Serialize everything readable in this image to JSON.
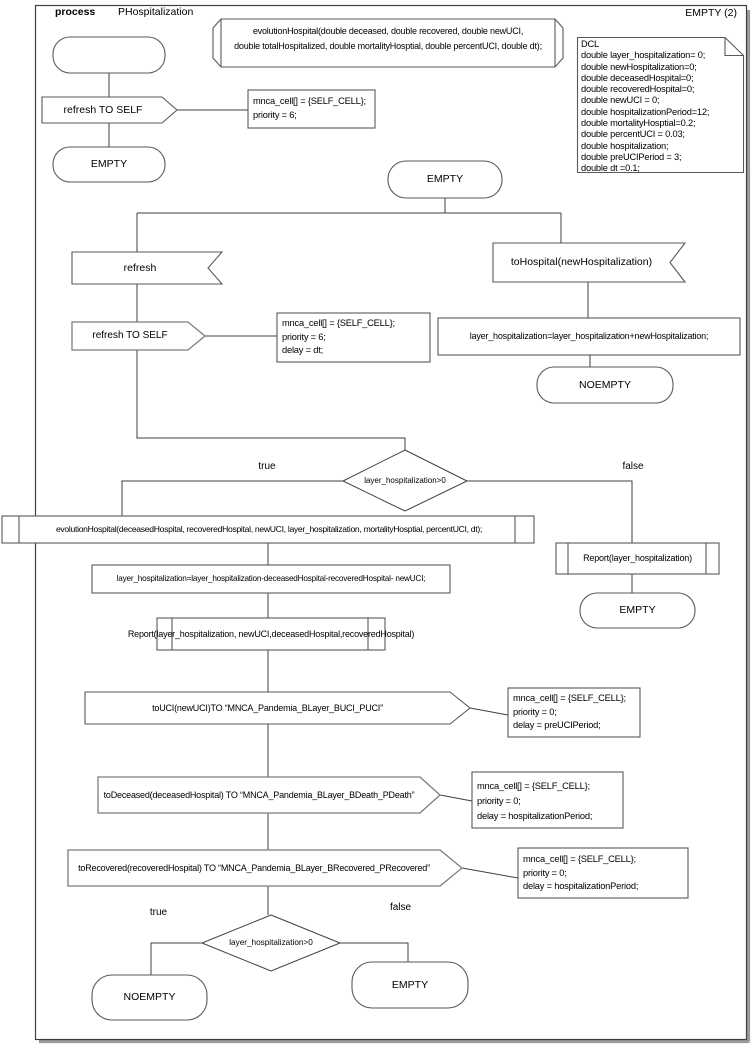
{
  "header": {
    "process_label": "process",
    "process_name": "PHospitalization",
    "page_label": "EMPTY (2)"
  },
  "declaration": {
    "line1": "evolutionHospital(double deceased, double recovered, double newUCI,",
    "line2": "double totalHospitalized, double mortalityHosptial, double percentUCI, double dt);"
  },
  "dcl": [
    "DCL",
    "double layer_hospitalization= 0;",
    "double newHospitalization=0;",
    "double deceasedHospital=0;",
    "double recoveredHospital=0;",
    "double newUCI = 0;",
    "double hospitalizationPeriod=12;",
    "double mortalityHosptial=0.2;",
    "double percentUCI = 0.03;",
    "double hospitalization;",
    "double preUCIPeriod = 3;",
    "double dt =0.1;"
  ],
  "signals": {
    "refresh_to_self_1": "refresh TO SELF",
    "refresh_in": "refresh",
    "refresh_to_self_2": "refresh TO SELF",
    "to_hospital_in": "toHospital(newHospitalization)",
    "to_uci_out": "toUCI(newUCI)TO “MNCA_Pandemia_BLayer_BUCI_PUCI”",
    "to_deceased_out": "toDeceased(deceasedHospital) TO “MNCA_Pandemia_BLayer_BDeath_PDeath”",
    "to_recovered_out": "toRecovered(recoveredHospital) TO “MNCA_Pandemia_BLayer_BRecovered_PRecovered”"
  },
  "states": {
    "empty_after_refresh": "EMPTY",
    "empty_main": "EMPTY",
    "noempty_after_add": "NOEMPTY",
    "empty_after_report": "EMPTY",
    "noempty_bottom": "NOEMPTY",
    "empty_bottom": "EMPTY"
  },
  "tasks": {
    "add_hospitalization": "layer_hospitalization=layer_hospitalization+newHospitalization;",
    "subtract_hospitalization": "layer_hospitalization=layer_hospitalization-deceasedHospital-recoveredHospital- newUCI;"
  },
  "procedures": {
    "evolution_call": "evolutionHospital(deceasedHospital, recoveredHospital, newUCI, layer_hospitalization, mortalityHosptial, percentUCI, dt);",
    "report_full": "Report(layer_hospitalization, newUCI,deceasedHospital,recoveredHospital)",
    "report_layer": "Report(layer_hospitalization)"
  },
  "decisions": {
    "condition_1": "layer_hospitalization>0",
    "condition_2": "layer_hospitalization>0",
    "true_label_1": "true",
    "false_label_1": "false",
    "true_label_2": "true",
    "false_label_2": "false"
  },
  "comments": {
    "c1": [
      "mnca_cell[] = {SELF_CELL};",
      "priority = 6;"
    ],
    "c2": [
      "mnca_cell[] = {SELF_CELL};",
      "priority = 6;",
      "delay = dt;"
    ],
    "c3": [
      "mnca_cell[] = {SELF_CELL};",
      "priority = 0;",
      "delay = preUCIPeriod;"
    ],
    "c4": [
      "mnca_cell[] = {SELF_CELL};",
      "priority = 0;",
      "delay = hospitalizationPeriod;"
    ],
    "c5": [
      "mnca_cell[] = {SELF_CELL};",
      "priority = 0;",
      "delay = hospitalizationPeriod;"
    ]
  },
  "colors": {
    "line": "#3f3f3f",
    "shape_stroke": "#595959",
    "shadow": "#9a9a9a",
    "text": "#000000",
    "background": "#ffffff"
  }
}
